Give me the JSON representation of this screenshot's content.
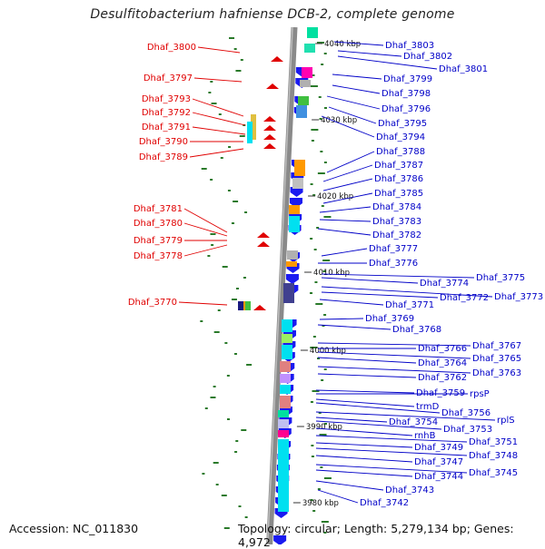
{
  "title": "Desulfitobacterium hafniense DCB-2, complete genome",
  "accession": "Accession: NC_011830",
  "summary": "Topology: circular; Length: 5,279,134 bp; Genes: 4,972",
  "colors": {
    "left_label": "#e00000",
    "right_label": "#0000c8",
    "backbone": "#8a8a8a",
    "gc_dash": "#2a7a2a"
  },
  "scale_ticks": [
    "4040 kbp",
    "4030 kbp",
    "4020 kbp",
    "4010 kbp",
    "4000 kbp",
    "3990 kbp",
    "3980 kbp"
  ],
  "left_labels": [
    "Dhaf_3800",
    "Dhaf_3797",
    "Dhaf_3793",
    "Dhaf_3792",
    "Dhaf_3791",
    "Dhaf_3790",
    "Dhaf_3789",
    "Dhaf_3781",
    "Dhaf_3780",
    "Dhaf_3779",
    "Dhaf_3778",
    "Dhaf_3770"
  ],
  "right_labels": [
    "Dhaf_3803",
    "Dhaf_3802",
    "Dhaf_3801",
    "Dhaf_3799",
    "Dhaf_3798",
    "Dhaf_3796",
    "Dhaf_3795",
    "Dhaf_3794",
    "Dhaf_3788",
    "Dhaf_3787",
    "Dhaf_3786",
    "Dhaf_3785",
    "Dhaf_3784",
    "Dhaf_3783",
    "Dhaf_3782",
    "Dhaf_3777",
    "Dhaf_3776",
    "Dhaf_3775",
    "Dhaf_3774",
    "Dhaf_3773",
    "Dhaf_3772",
    "Dhaf_3771",
    "Dhaf_3769",
    "Dhaf_3768",
    "Dhaf_3767",
    "Dhaf_3766",
    "Dhaf_3765",
    "Dhaf_3764",
    "Dhaf_3763",
    "Dhaf_3762",
    "Dhaf_3759",
    "rpsP",
    "Dhaf_3756",
    "trmD",
    "rplS",
    "Dhaf_3754",
    "Dhaf_3753",
    "rnhB",
    "Dhaf_3751",
    "Dhaf_3749",
    "Dhaf_3748",
    "Dhaf_3747",
    "Dhaf_3745",
    "Dhaf_3744",
    "Dhaf_3743",
    "Dhaf_3742"
  ]
}
